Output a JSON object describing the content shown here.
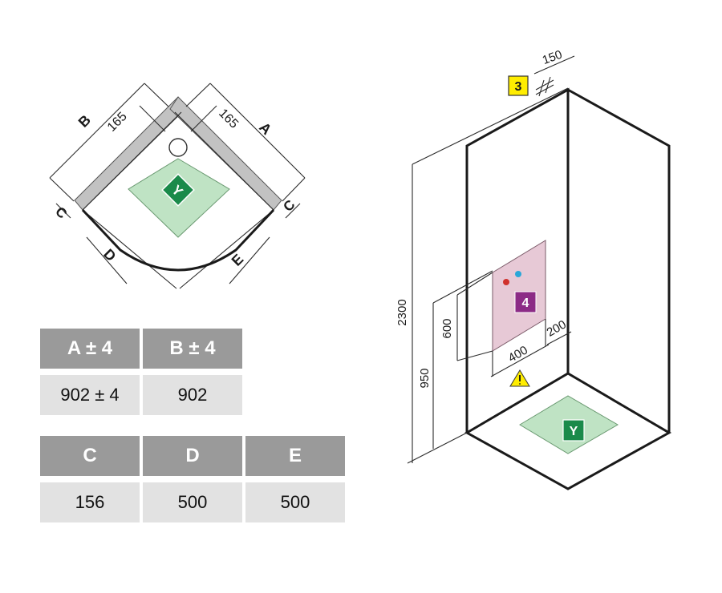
{
  "plan_view": {
    "dims": {
      "a": "A",
      "b": "B",
      "c_left": "C",
      "c_right": "C",
      "d": "D",
      "e": "E",
      "offset_left": "165",
      "offset_right": "165"
    },
    "tray_marker": "Y"
  },
  "elevation_view": {
    "dims": {
      "total_height": "2300",
      "height_950": "950",
      "height_600": "600",
      "width_400": "400",
      "offset_200": "200",
      "offset_150": "150"
    },
    "label_3": "3",
    "label_4": "4",
    "tray_marker": "Y",
    "warning_icon": "warning-triangle-icon"
  },
  "tables": [
    {
      "headers": [
        "A ± 4",
        "B ± 4"
      ],
      "values": [
        "902 ± 4",
        "902"
      ]
    },
    {
      "headers": [
        "C",
        "D",
        "E"
      ],
      "values": [
        "156",
        "500",
        "500"
      ]
    }
  ],
  "colors": {
    "tray_green": "#bfe3c4",
    "marker_green": "#1a8a4a",
    "panel_pink": "#e7c9d6",
    "marker_purple": "#8c2b86",
    "label_yellow": "#ffed00",
    "wall_grey": "#c2c2c2",
    "header_grey": "#9a9a9a",
    "value_grey": "#e2e2e2"
  }
}
